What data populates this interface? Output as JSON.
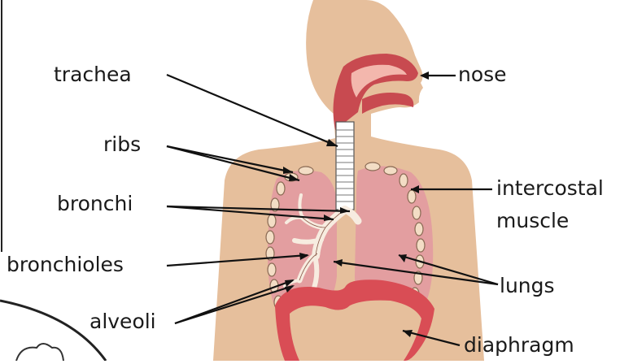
{
  "labels": {
    "trachea": "trachea",
    "nose": "nose",
    "ribs": "ribs",
    "intercostal_1": "intercostal",
    "intercostal_2": "muscle",
    "bronchi": "bronchi",
    "bronchioles": "bronchioles",
    "lungs": "lungs",
    "alveoli": "alveoli",
    "diaphragm": "diaphragm"
  },
  "colors": {
    "skin": "#e6bf9c",
    "lung": "#e39ea0",
    "lung_dark": "#d98586",
    "airway": "#c84a50",
    "diaphragm": "#d94d55",
    "rib_fill": "#f3ddc5"
  }
}
